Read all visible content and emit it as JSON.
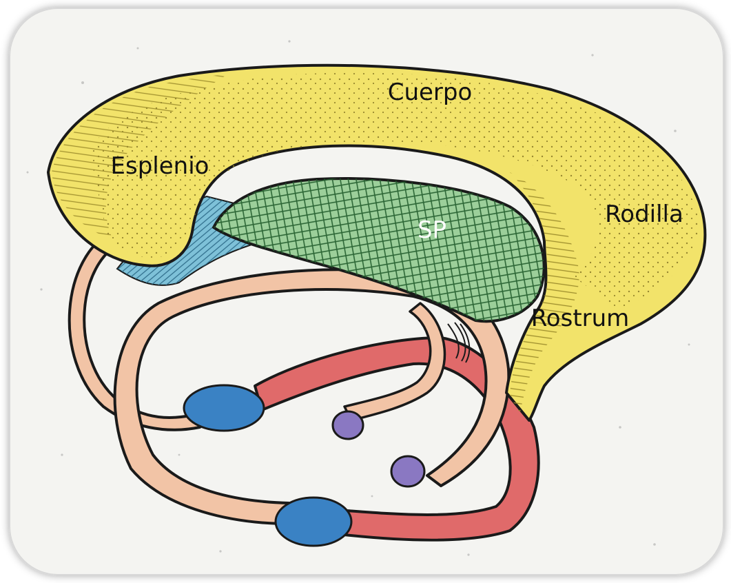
{
  "diagram": {
    "labels": {
      "cuerpo": "Cuerpo",
      "esplenio": "Esplenio",
      "rodilla": "Rodilla",
      "sp": "SP",
      "rostrum": "Rostrum"
    },
    "colors": {
      "background": "#f5f5f2",
      "corpus_yellow": "#f2e36a",
      "septum_green": "#9ccf9a",
      "fornix_peach": "#f2c4a6",
      "hippocampal_blue": "#7ec1d8",
      "tract_red": "#e06a6a",
      "nucleus_blue": "#3a82c4",
      "nucleus_purple": "#8a78c2",
      "outline": "#1a1a1a"
    }
  }
}
